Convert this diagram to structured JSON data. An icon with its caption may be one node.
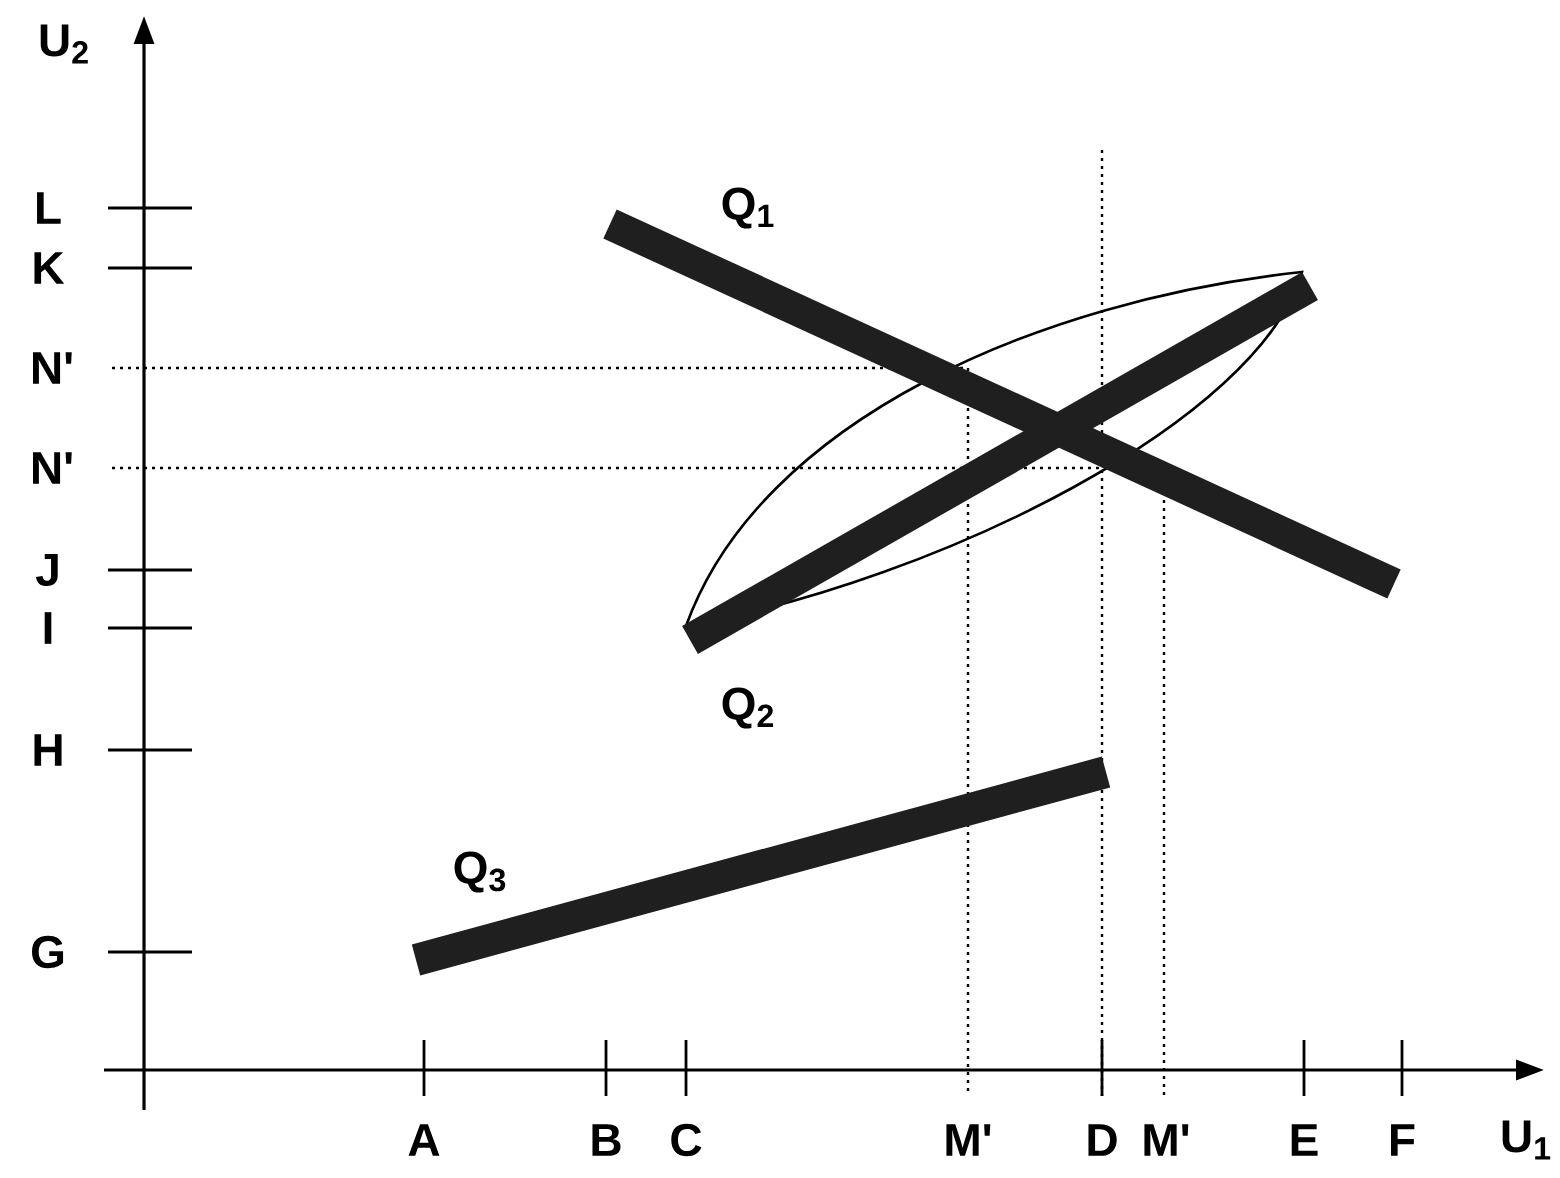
{
  "diagram": {
    "labels": [
      "U$_{2}$",
      "L",
      "K",
      "N'",
      "N'",
      "J",
      "I",
      "H",
      "G",
      "Q$_{1}$",
      "Q$_{2}$",
      "Q$_{3}$",
      "A",
      "B",
      "C",
      "M'",
      "D",
      "M'",
      "E",
      "F",
      "U$_{1}$"
    ]
  }
}
